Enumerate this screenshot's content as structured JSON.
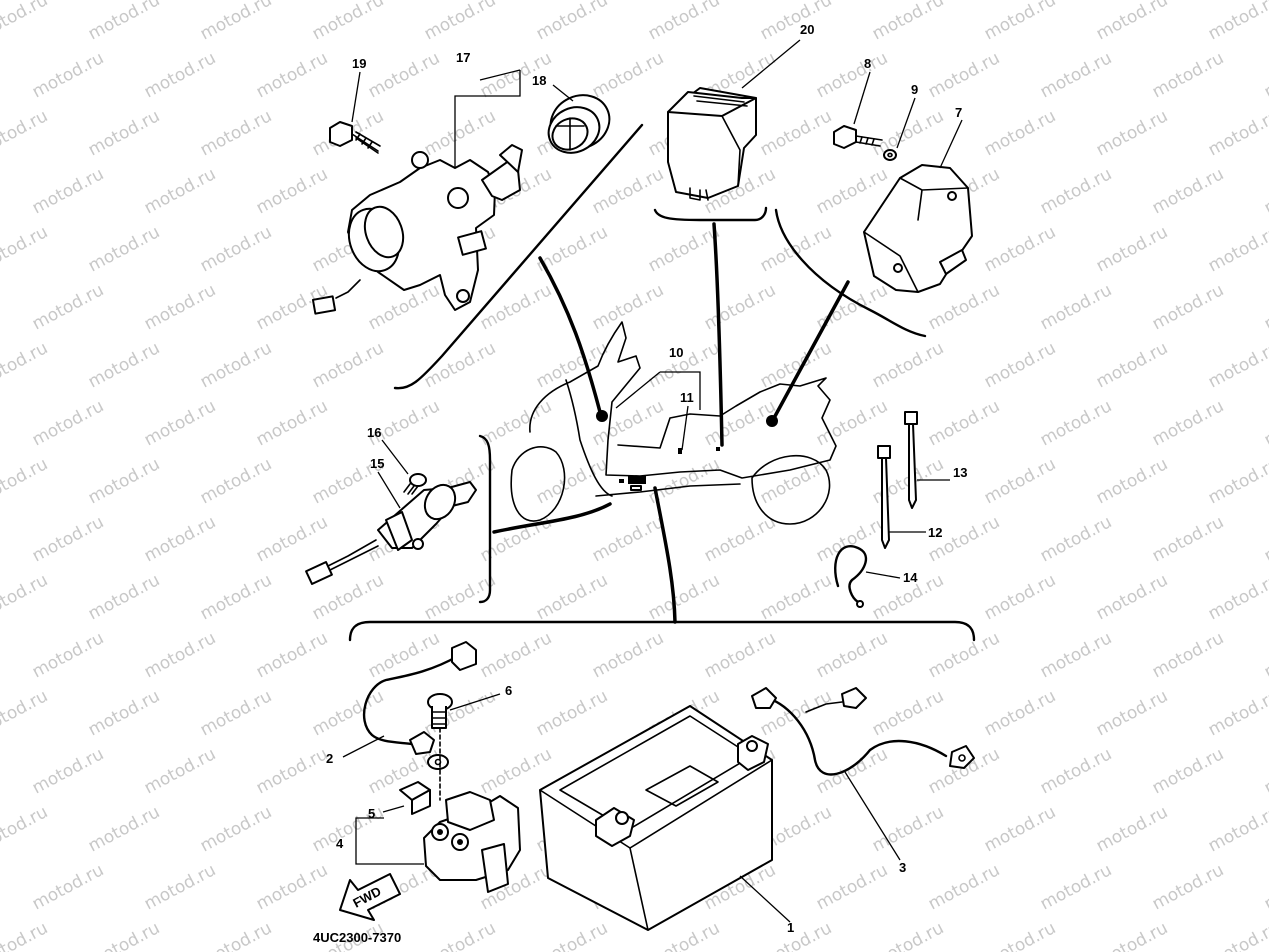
{
  "watermark": "motod.ru",
  "diagram_code": "4UC2300-7370",
  "fwd_label": "FWD",
  "callouts": {
    "c1": "1",
    "c2": "2",
    "c3": "3",
    "c4": "4",
    "c5": "5",
    "c6": "6",
    "c7": "7",
    "c8": "8",
    "c9": "9",
    "c10": "10",
    "c11": "11",
    "c12": "12",
    "c13": "13",
    "c14": "14",
    "c15": "15",
    "c16": "16",
    "c17": "17",
    "c18": "18",
    "c19": "19",
    "c20": "20"
  }
}
